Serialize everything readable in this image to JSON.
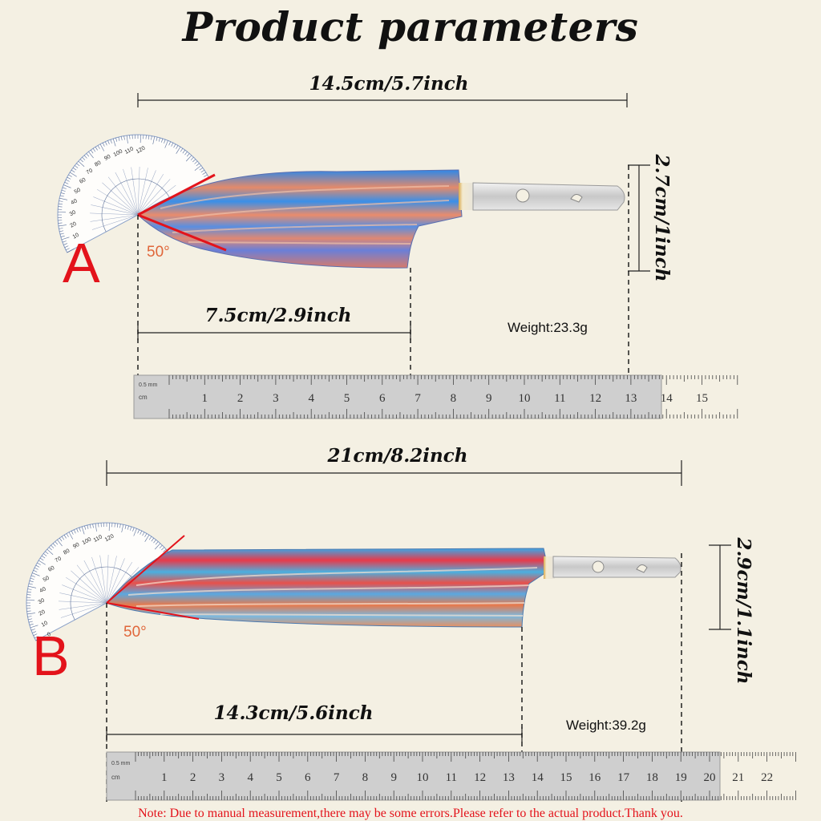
{
  "title": "Product parameters",
  "note": "Note: Due to manual measurement,there may be some errors.Please refer to the actual product.Thank you.",
  "colors": {
    "background": "#f4f0e3",
    "label_red": "#e3131b",
    "angle_orange": "#e0663a",
    "angle_line": "#e3131b",
    "ruler": "#c9c9c9"
  },
  "knife_a": {
    "label": "A",
    "angle": "50°",
    "total_length": "14.5cm/5.7inch",
    "blade_length": "7.5cm/2.9inch",
    "height": "2.7cm/1inch",
    "weight": "Weight:23.3g",
    "ruler_unit": "cm",
    "ruler_small": "0.5 mm",
    "ruler_numbers": [
      "1",
      "2",
      "3",
      "4",
      "5",
      "6",
      "7",
      "8",
      "9",
      "10",
      "11",
      "12",
      "13",
      "14",
      "15"
    ]
  },
  "knife_b": {
    "label": "B",
    "angle": "50°",
    "total_length": "21cm/8.2inch",
    "blade_length": "14.3cm/5.6inch",
    "height": "2.9cm/1.1inch",
    "weight": "Weight:39.2g",
    "ruler_unit": "cm",
    "ruler_small": "0.5 mm",
    "ruler_numbers": [
      "1",
      "2",
      "3",
      "4",
      "5",
      "6",
      "7",
      "8",
      "9",
      "10",
      "11",
      "12",
      "13",
      "14",
      "15",
      "16",
      "17",
      "18",
      "19",
      "20",
      "21",
      "22"
    ]
  },
  "protractor_numbers": [
    "0",
    "10",
    "20",
    "30",
    "40",
    "50",
    "60",
    "70",
    "80",
    "90",
    "100",
    "110",
    "120"
  ]
}
